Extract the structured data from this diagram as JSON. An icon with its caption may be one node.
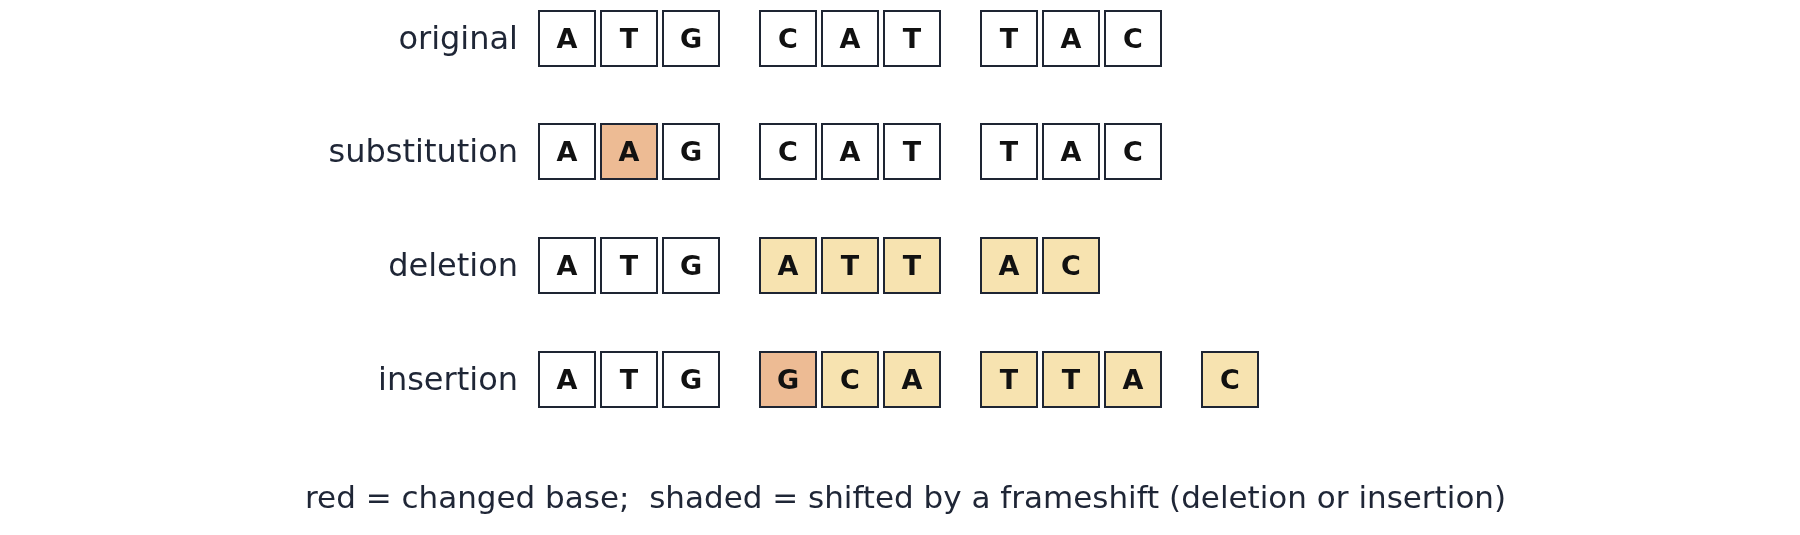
{
  "diagram": {
    "caption": "red = changed base;  shaded = shifted by a frameshift (deletion or insertion)",
    "nodes": [
      {
        "text": [
          "A"
        ]
      },
      {
        "text": [
          "T"
        ]
      },
      {
        "text": [
          "G"
        ]
      },
      {
        "text": [
          "C"
        ]
      },
      {
        "text": [
          "A"
        ]
      },
      {
        "text": [
          "T"
        ]
      },
      {
        "text": [
          "T"
        ]
      },
      {
        "text": [
          "A"
        ]
      },
      {
        "text": [
          "C"
        ]
      },
      {
        "text": [
          "A"
        ]
      },
      {
        "text": [
          "A"
        ]
      },
      {
        "text": [
          "G"
        ]
      },
      {
        "text": [
          "C"
        ]
      },
      {
        "text": [
          "A"
        ]
      },
      {
        "text": [
          "T"
        ]
      },
      {
        "text": [
          "T"
        ]
      },
      {
        "text": [
          "A"
        ]
      },
      {
        "text": [
          "C"
        ]
      },
      {
        "text": [
          "A"
        ]
      },
      {
        "text": [
          "T"
        ]
      },
      {
        "text": [
          "G"
        ]
      },
      {
        "text": [
          "A"
        ]
      },
      {
        "text": [
          "T"
        ]
      },
      {
        "text": [
          "T"
        ]
      },
      {
        "text": [
          "A"
        ]
      },
      {
        "text": [
          "C"
        ]
      },
      {
        "text": [
          "A"
        ]
      },
      {
        "text": [
          "T"
        ]
      },
      {
        "text": [
          "G"
        ]
      },
      {
        "text": [
          "G"
        ]
      },
      {
        "text": [
          "C"
        ]
      },
      {
        "text": [
          "A"
        ]
      },
      {
        "text": [
          "T"
        ]
      },
      {
        "text": [
          "T"
        ]
      },
      {
        "text": [
          "A"
        ]
      },
      {
        "text": [
          "C"
        ]
      }
    ],
    "edges": [],
    "labels": [
      "original",
      "substitution",
      "deletion",
      "insertion"
    ]
  }
}
